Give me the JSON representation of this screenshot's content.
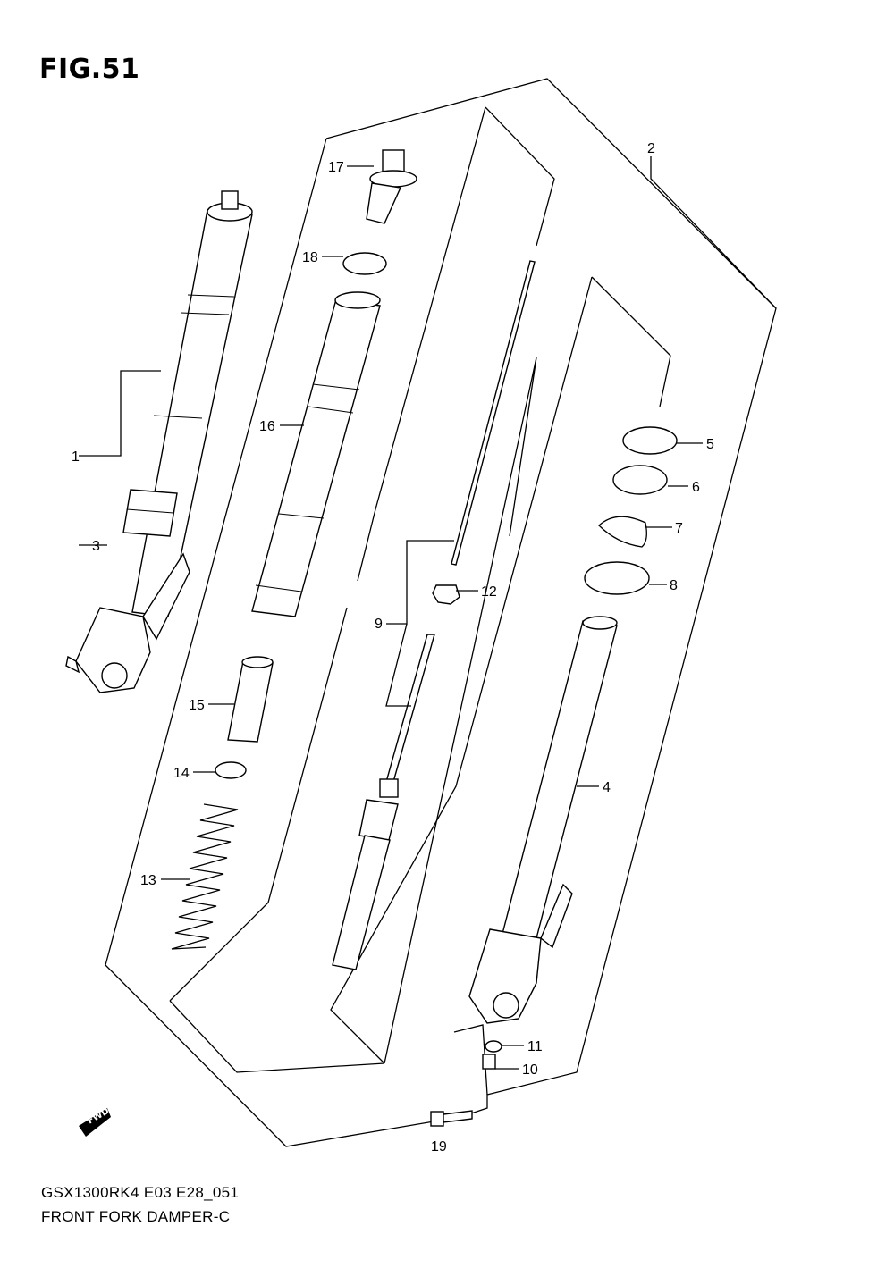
{
  "figure": {
    "title": "FIG.51"
  },
  "footer": {
    "model_code": "GSX1300RK4 E03 E28_051",
    "name": "FRONT FORK DAMPER-C"
  },
  "fwd_badge": {
    "label": "FWD"
  },
  "parts": [
    {
      "number": "1"
    },
    {
      "number": "2"
    },
    {
      "number": "3"
    },
    {
      "number": "4"
    },
    {
      "number": "5"
    },
    {
      "number": "6"
    },
    {
      "number": "7"
    },
    {
      "number": "8"
    },
    {
      "number": "9"
    },
    {
      "number": "10"
    },
    {
      "number": "11"
    },
    {
      "number": "12"
    },
    {
      "number": "13"
    },
    {
      "number": "14"
    },
    {
      "number": "15"
    },
    {
      "number": "16"
    },
    {
      "number": "17"
    },
    {
      "number": "18"
    },
    {
      "number": "19"
    }
  ]
}
